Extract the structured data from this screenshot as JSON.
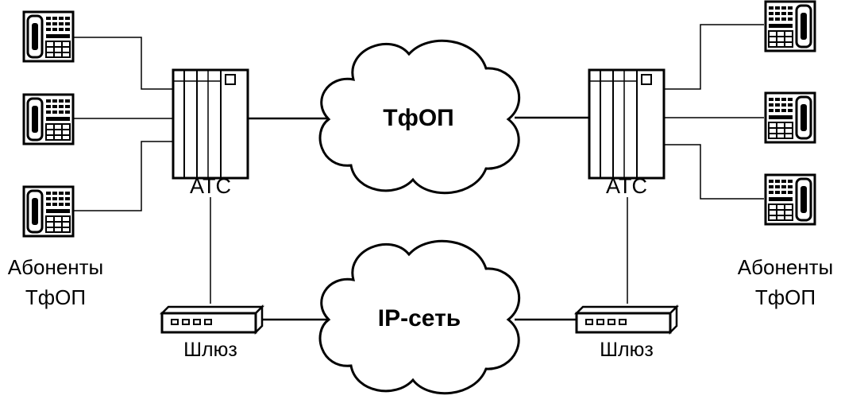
{
  "pstn_cloud": {
    "label": "ТфОП"
  },
  "ip_cloud": {
    "label": "IP-сеть"
  },
  "left_exchange": {
    "label": "АТС"
  },
  "right_exchange": {
    "label": "АТС"
  },
  "left_gateway": {
    "label": "Шлюз"
  },
  "right_gateway": {
    "label": "Шлюз"
  },
  "left_subscribers": {
    "line1": "Абоненты",
    "line2": "ТфОП"
  },
  "right_subscribers": {
    "line1": "Абоненты",
    "line2": "ТфОП"
  }
}
